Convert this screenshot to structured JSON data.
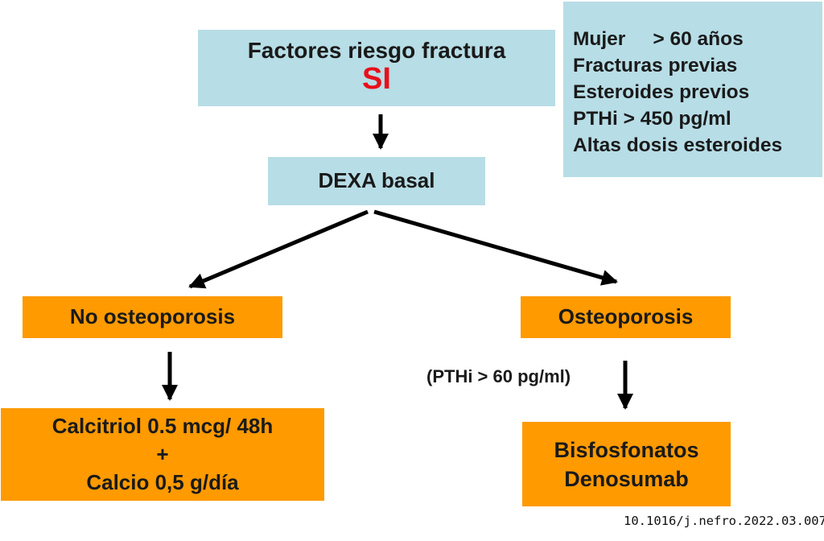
{
  "risk": {
    "title": "Factores riesgo fractura",
    "answer": "SI"
  },
  "criteria": [
    "Mujer     > 60 años",
    "Fracturas previas",
    "Esteroides previos",
    "PTHi > 450 pg/ml",
    "Altas dosis esteroides"
  ],
  "dexa": "DEXA basal",
  "no_osteo": {
    "label": "No osteoporosis",
    "treatment": [
      "Calcitriol 0.5 mcg/ 48h",
      "+",
      "Calcio 0,5 g/día"
    ]
  },
  "osteo": {
    "label": "Osteoporosis",
    "condition": "(PTHi > 60 pg/ml)",
    "treatment": [
      "Bisfosfonatos",
      "Denosumab"
    ]
  },
  "colors": {
    "blue_box": "#b7dde6",
    "orange_box": "#ff9a00",
    "si_red": "#e8101a"
  },
  "doi": "10.1016/j.nefro.2022.03.007"
}
